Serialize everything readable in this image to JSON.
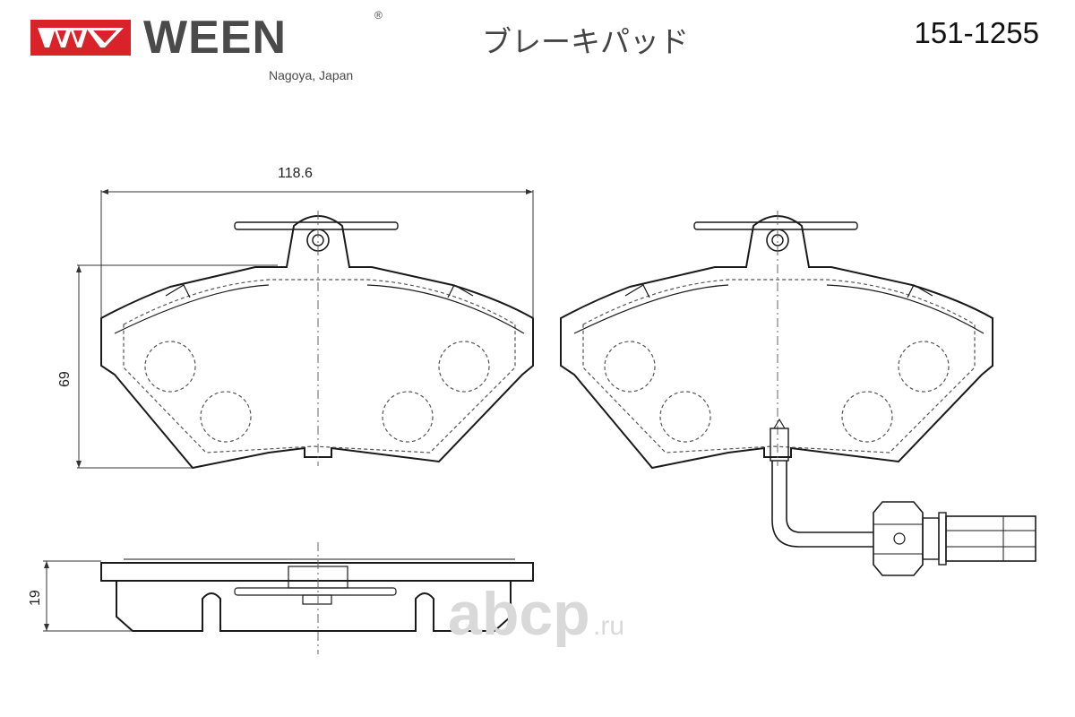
{
  "brand": {
    "name": "WEEN",
    "registered_mark": "®",
    "location": "Nagoya, Japan",
    "logo_color": "#d9222a",
    "text_color": "#4a4a4a"
  },
  "product": {
    "name_jp": "ブレーキパッド",
    "part_number": "151-1255"
  },
  "dimensions": {
    "width": "118.6",
    "height": "69",
    "thickness": "19"
  },
  "watermark": {
    "main": "abcp",
    "suffix": ".ru"
  },
  "colors": {
    "line": "#1a1a1a",
    "hidden_line": "#555555",
    "watermark": "#d9d9d9"
  }
}
